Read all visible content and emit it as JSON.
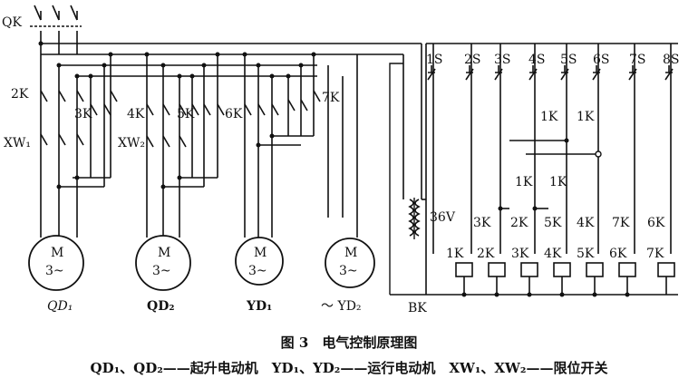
{
  "switch_label": "QK",
  "contactor_labels_left": [
    "2K",
    "3K",
    "4K",
    "5K",
    "6K",
    "7K"
  ],
  "limit_labels": [
    "XW₁",
    "XW₂"
  ],
  "motors": [
    {
      "symbol": "M",
      "phase": "3~",
      "name": "QD₁"
    },
    {
      "symbol": "M",
      "phase": "3~",
      "name": "QD₂"
    },
    {
      "symbol": "M",
      "phase": "3~",
      "name": "YD₁"
    },
    {
      "symbol": "M",
      "phase": "3~",
      "name": "～ YD₂"
    }
  ],
  "transformer": {
    "voltage": "36V",
    "label": "BK"
  },
  "buttons": [
    "1S",
    "2S",
    "3S",
    "4S",
    "5S",
    "6S",
    "7S",
    "8S"
  ],
  "interlock_labels": [
    "1K",
    "1K",
    "1K",
    "1K"
  ],
  "row_contacts": [
    "3K",
    "2K",
    "5K",
    "4K",
    "7K",
    "6K"
  ],
  "coils": [
    "1K",
    "2K",
    "3K",
    "4K",
    "5K",
    "6K",
    "7K"
  ],
  "caption": {
    "title": "图 3　电气控制原理图",
    "legend": "QD₁、QD₂——起升电动机　YD₁、YD₂——运行电动机　XW₁、XW₂——限位开关"
  }
}
